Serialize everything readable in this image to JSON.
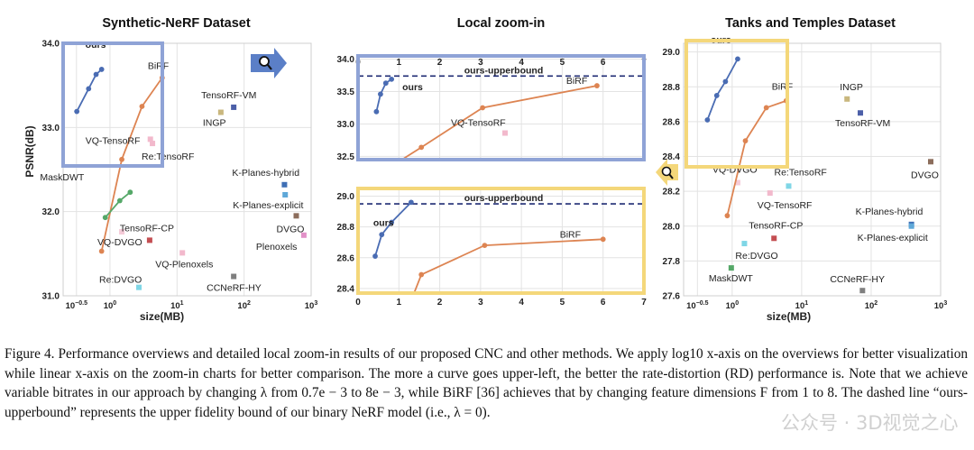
{
  "chart_data": [
    {
      "id": "left",
      "type": "scatter",
      "title": "Synthetic-NeRF Dataset",
      "xlabel": "size(MB)",
      "ylabel": "PSNR(dB)",
      "x_scale": "log",
      "xlim": [
        0.2,
        1000
      ],
      "ylim": [
        31.0,
        34.0
      ],
      "xticks": [
        {
          "v": 0.3162,
          "base": "10",
          "exp": "−0.5"
        },
        {
          "v": 1,
          "base": "10",
          "exp": "0"
        },
        {
          "v": 10,
          "base": "10",
          "exp": "1"
        },
        {
          "v": 100,
          "base": "10",
          "exp": "2"
        },
        {
          "v": 1000,
          "base": "10",
          "exp": "3"
        }
      ],
      "yticks": [
        31.0,
        32.0,
        33.0,
        34.0
      ],
      "grid": true,
      "series": [
        {
          "name": "ours",
          "color": "#4a6cb3",
          "points": [
            [
              0.32,
              33.19
            ],
            [
              0.48,
              33.46
            ],
            [
              0.62,
              33.63
            ],
            [
              0.75,
              33.69
            ]
          ]
        },
        {
          "name": "BiRF",
          "color": "#dd8452",
          "points": [
            [
              0.75,
              31.53
            ],
            [
              1.5,
              32.62
            ],
            [
              3.0,
              33.25
            ],
            [
              6.0,
              33.59
            ]
          ]
        },
        {
          "name": "MaskDWT",
          "color": "#55a868",
          "points": [
            [
              0.85,
              31.93
            ],
            [
              1.4,
              32.13
            ],
            [
              2.0,
              32.23
            ]
          ]
        }
      ],
      "methods": [
        {
          "label": "TensoRF-VM",
          "x": 70,
          "y": 33.24,
          "color": "#4c5fa8"
        },
        {
          "label": "INGP",
          "x": 45,
          "y": 33.18,
          "color": "#c9b77e"
        },
        {
          "label": "VQ-TensoRF",
          "x": 4,
          "y": 32.86,
          "color": "#f2b9cc"
        },
        {
          "label": "Re:TensoRF",
          "x": 4.3,
          "y": 32.81,
          "color": "#f2b9cc"
        },
        {
          "label": "K-Planes-hybrid",
          "x": 400,
          "y": 32.32,
          "color": "#3f6fb5"
        },
        {
          "label": "K-Planes-explicit",
          "x": 410,
          "y": 32.2,
          "color": "#5fa8d8"
        },
        {
          "label": "DVGO",
          "x": 600,
          "y": 31.95,
          "color": "#8c6d5c"
        },
        {
          "label": "Plenoxels",
          "x": 778,
          "y": 31.72,
          "color": "#e291c8"
        },
        {
          "label": "TensoRF-CP",
          "x": 3.9,
          "y": 31.66,
          "color": "#c44e52"
        },
        {
          "label": "VQ-DVGO",
          "x": 1.5,
          "y": 31.76,
          "color": "#f5cbd8"
        },
        {
          "label": "VQ-Plenoxels",
          "x": 12,
          "y": 31.51,
          "color": "#f2b9cc"
        },
        {
          "label": "Re:DVGO",
          "x": 2.7,
          "y": 31.1,
          "color": "#7fd6e6"
        },
        {
          "label": "CCNeRF-HY",
          "x": 70,
          "y": 31.23,
          "color": "#7f7f7f"
        }
      ]
    },
    {
      "id": "zoom1",
      "type": "line",
      "title": "Local zoom-in",
      "xlabel": "",
      "ylabel": "",
      "xlim": [
        0,
        7
      ],
      "ylim": [
        32.45,
        34.05
      ],
      "xticks": [
        0,
        1,
        2,
        3,
        4,
        5,
        6,
        7
      ],
      "yticks": [
        32.5,
        33.0,
        33.5,
        34.0
      ],
      "upperbound": 33.74,
      "upperbound_label": "ours-upperbound",
      "series": [
        {
          "name": "ours",
          "color": "#4a6cb3",
          "points": [
            [
              0.45,
              33.19
            ],
            [
              0.55,
              33.46
            ],
            [
              0.68,
              33.63
            ],
            [
              0.82,
              33.69
            ]
          ]
        },
        {
          "name": "BiRF",
          "color": "#dd8452",
          "points": [
            [
              0.2,
              32.1
            ],
            [
              1.55,
              32.64
            ],
            [
              3.05,
              33.25
            ],
            [
              5.85,
              33.59
            ]
          ]
        }
      ],
      "methods": [
        {
          "label": "VQ-TensoRF",
          "x": 3.6,
          "y": 32.86,
          "color": "#f2b9cc"
        }
      ]
    },
    {
      "id": "zoom2",
      "type": "line",
      "title": "",
      "xlabel": "",
      "ylabel": "",
      "xlim": [
        0,
        7
      ],
      "ylim": [
        28.37,
        29.05
      ],
      "xticks": [
        0,
        1,
        2,
        3,
        4,
        5,
        6,
        7
      ],
      "yticks": [
        28.4,
        28.6,
        28.8,
        29.0
      ],
      "upperbound": 28.95,
      "upperbound_label": "ours-upperbound",
      "series": [
        {
          "name": "ours",
          "color": "#4a6cb3",
          "points": [
            [
              0.42,
              28.61
            ],
            [
              0.58,
              28.75
            ],
            [
              0.82,
              28.83
            ],
            [
              1.3,
              28.96
            ]
          ]
        },
        {
          "name": "BiRF",
          "color": "#dd8452",
          "points": [
            [
              0.9,
              28.05
            ],
            [
              1.55,
              28.49
            ],
            [
              3.1,
              28.68
            ],
            [
              6.0,
              28.72
            ]
          ]
        }
      ],
      "methods": []
    },
    {
      "id": "right",
      "type": "scatter",
      "title": "Tanks and Temples Dataset",
      "xlabel": "size(MB)",
      "ylabel": "",
      "x_scale": "log",
      "xlim": [
        0.2,
        1000
      ],
      "ylim": [
        27.6,
        29.05
      ],
      "xticks": [
        {
          "v": 0.3162,
          "base": "10",
          "exp": "−0.5"
        },
        {
          "v": 1,
          "base": "10",
          "exp": "0"
        },
        {
          "v": 10,
          "base": "10",
          "exp": "1"
        },
        {
          "v": 100,
          "base": "10",
          "exp": "2"
        },
        {
          "v": 1000,
          "base": "10",
          "exp": "3"
        }
      ],
      "yticks": [
        27.6,
        27.8,
        28.0,
        28.2,
        28.4,
        28.6,
        28.8,
        29.0
      ],
      "grid": true,
      "series": [
        {
          "name": "ours",
          "color": "#4a6cb3",
          "points": [
            [
              0.44,
              28.61
            ],
            [
              0.6,
              28.75
            ],
            [
              0.8,
              28.83
            ],
            [
              1.2,
              28.96
            ]
          ]
        },
        {
          "name": "BiRF",
          "color": "#dd8452",
          "points": [
            [
              0.85,
              28.06
            ],
            [
              1.55,
              28.49
            ],
            [
              3.1,
              28.68
            ],
            [
              6.0,
              28.72
            ]
          ]
        }
      ],
      "methods": [
        {
          "label": "INGP",
          "x": 45,
          "y": 28.73,
          "color": "#c9b77e"
        },
        {
          "label": "TensoRF-VM",
          "x": 70,
          "y": 28.65,
          "color": "#4c5fa8"
        },
        {
          "label": "DVGO",
          "x": 720,
          "y": 28.37,
          "color": "#8c6d5c"
        },
        {
          "label": "VQ-DVGO",
          "x": 1.2,
          "y": 28.25,
          "color": "#f5cbd8"
        },
        {
          "label": "Re:TensoRF",
          "x": 6.5,
          "y": 28.23,
          "color": "#7fd6e6"
        },
        {
          "label": "VQ-TensoRF",
          "x": 3.5,
          "y": 28.19,
          "color": "#f2b9cc"
        },
        {
          "label": "K-Planes-hybrid",
          "x": 380,
          "y": 28.01,
          "color": "#3f6fb5"
        },
        {
          "label": "K-Planes-explicit",
          "x": 380,
          "y": 28.0,
          "color": "#5fa8d8"
        },
        {
          "label": "TensoRF-CP",
          "x": 4,
          "y": 27.93,
          "color": "#c44e52"
        },
        {
          "label": "Re:DVGO",
          "x": 1.5,
          "y": 27.9,
          "color": "#7fd6e6"
        },
        {
          "label": "MaskDWT",
          "x": 0.97,
          "y": 27.76,
          "color": "#55a868"
        },
        {
          "label": "CCNeRF-HY",
          "x": 75,
          "y": 27.63,
          "color": "#7f7f7f"
        }
      ]
    }
  ],
  "caption": {
    "text": "Figure 4. Performance overviews and detailed local zoom-in results of our proposed CNC and other methods. We apply log10 x-axis on the overviews for better visualization while linear x-axis on the zoom-in charts for better comparison. The more a curve goes upper-left, the better the rate-distortion (RD) performance is. Note that we achieve variable bitrates in our approach by changing λ from 0.7e − 3 to 8e − 3, while BiRF [36] achieves that by changing feature dimensions F from 1 to 8. The dashed line “ours-upperbound” represents the upper fidelity bound of our binary NeRF model (i.e., λ = 0)."
  },
  "watermark": "公众号 · 3D视觉之心",
  "colors": {
    "blue_box": "#8fa3d6",
    "yellow_box": "#f4d77a",
    "arrow": "#5b7fc7",
    "dash": "#1f2b73"
  }
}
